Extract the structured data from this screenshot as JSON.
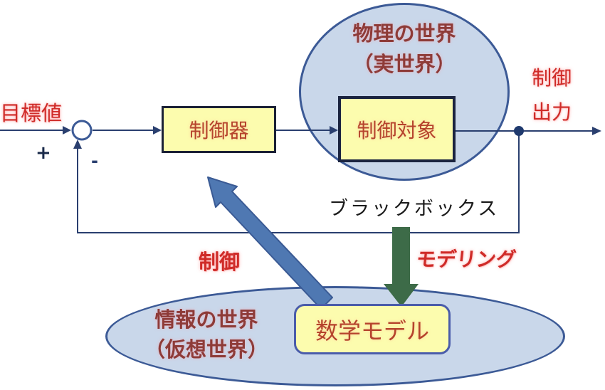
{
  "diagram_title": "feedback-control-and-modeling-diagram",
  "labels": {
    "target_value": "目標値",
    "plus": "+",
    "minus": "-",
    "controller": "制御器",
    "plant": "制御対象",
    "physical_world_line1": "物理の世界",
    "physical_world_line2": "（実世界）",
    "output_line1": "制御",
    "output_line2": "出力",
    "black_box": "ブラックボックス",
    "control": "制御",
    "modeling": "モデリング",
    "info_world_line1": "情報の世界",
    "info_world_line2": "（仮想世界）",
    "math_model": "数学モデル"
  },
  "colors": {
    "world_fill": "#c9d7ea",
    "world_border": "#3c5a96",
    "box_fill": "#fcfcae",
    "box_border_dark": "#1b2136",
    "box_border_blue": "#4a5caa",
    "wire": "#2a3f6f",
    "red_text": "#cf2b28",
    "dark_red_text": "#8e3b38",
    "box_text": "#b5432c",
    "black_text": "#1a1a1a",
    "blue_arrow": "#4f78b2",
    "green_arrow": "#3d6b48"
  }
}
